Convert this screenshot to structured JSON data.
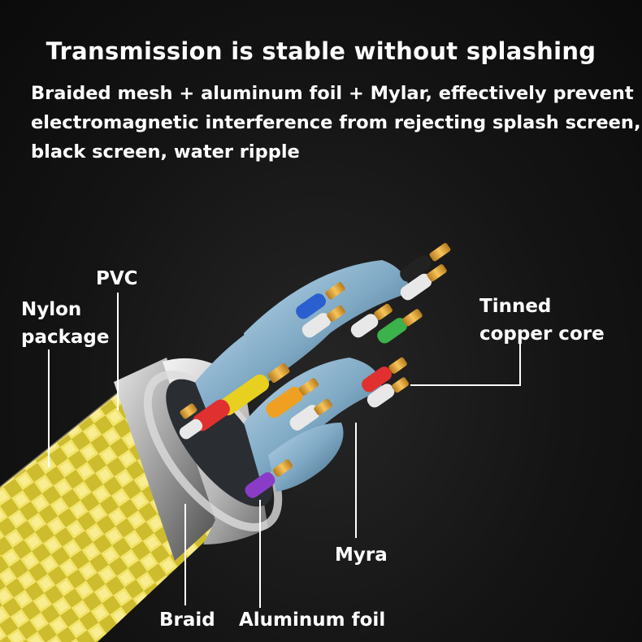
{
  "headline": "Transmission is stable without splashing",
  "description_lines": [
    "Braided mesh + aluminum foil + Mylar, effectively prevent",
    "electromagnetic interference from rejecting splash screen,",
    "black screen, water ripple"
  ],
  "labels": {
    "pvc": "PVC",
    "nylon_line1": "Nylon",
    "nylon_line2": "package",
    "tinned_line1": "Tinned",
    "tinned_line2": "copper core",
    "myra": "Myra",
    "braid": "Braid",
    "aluminum_foil": "Aluminum foil"
  },
  "colors": {
    "background": "#141414",
    "text": "#ffffff",
    "nylon_braid": "#e8d84a",
    "shielding": "#7fa9c4",
    "copper": "#e0a030"
  },
  "wire_colors": [
    "#222222",
    "#2a5fd0",
    "#3bb24a",
    "#e03030",
    "#e8d020",
    "#f0a020",
    "#8a3cc8",
    "#e8e8e8"
  ]
}
